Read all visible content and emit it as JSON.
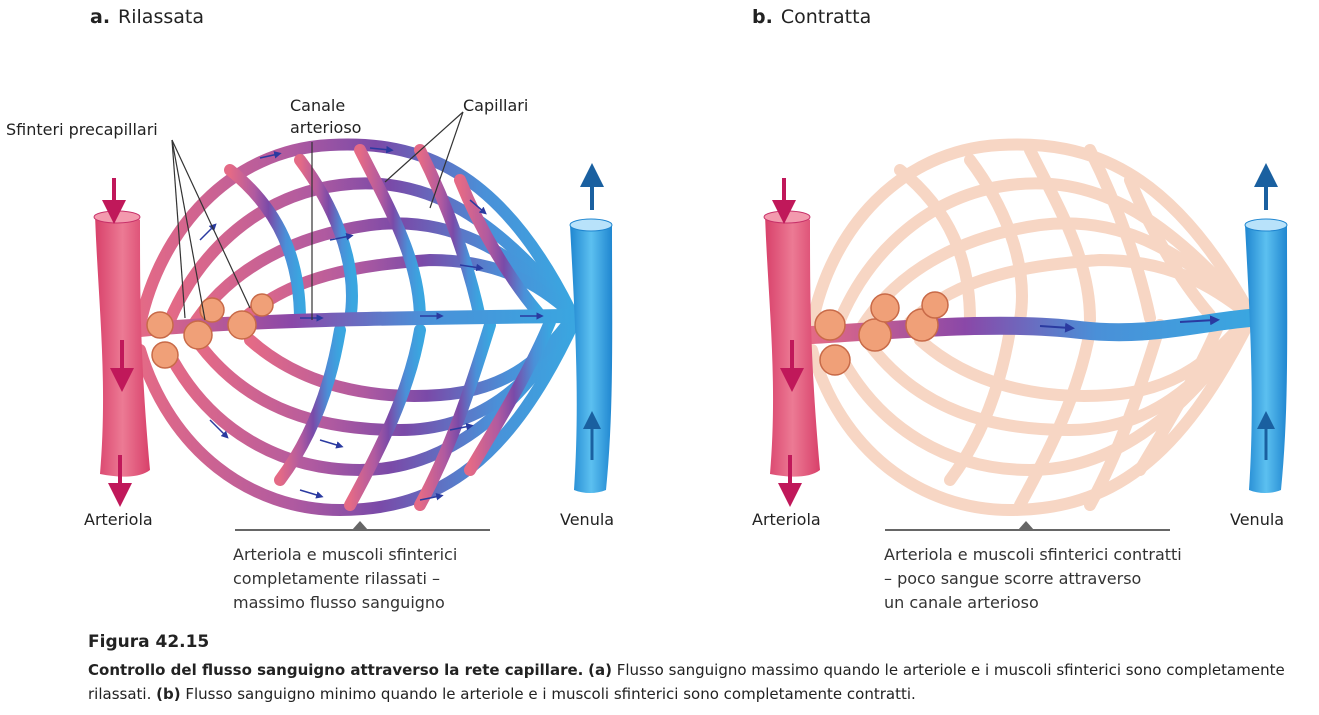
{
  "panel_a": {
    "letter": "a.",
    "title": "Rilassata",
    "labels": {
      "sphincters": "Sfinteri precapillari",
      "channel_line1": "Canale",
      "channel_line2": "arterioso",
      "capillaries": "Capillari",
      "arteriole": "Arteriola",
      "venule": "Venula"
    },
    "caption_lines": [
      "Arteriola e muscoli sfinterici",
      "completamente rilassati –",
      "massimo flusso sanguigno"
    ]
  },
  "panel_b": {
    "letter": "b.",
    "title": "Contratta",
    "labels": {
      "arteriole": "Arteriola",
      "venule": "Venula"
    },
    "caption_lines": [
      "Arteriola e muscoli sfinterici contratti",
      "– poco sangue scorre attraverso",
      "un canale arterioso"
    ]
  },
  "figure": {
    "number": "Figura 42.15",
    "caption_bold": "Controllo del flusso sanguigno attraverso la rete capillare.",
    "a_marker": "(a)",
    "a_text": "Flusso sanguigno massimo quando le arteriole e i muscoli sfinterici sono completamente rilassati.",
    "b_marker": "(b)",
    "b_text": "Flusso sanguigno minimo quando le arteriole e i muscoli sfinterici sono completamente contratti."
  },
  "colors": {
    "artery": "#e05a7a",
    "artery_dark": "#c8326a",
    "vein": "#3aa0de",
    "vein_dark": "#1a70b0",
    "mixed": "#7a4aa8",
    "inactive": "#f6d2c0",
    "sphincter": "#f0a078",
    "arrow_magenta": "#c0185a",
    "arrow_blue": "#1a60a0"
  }
}
